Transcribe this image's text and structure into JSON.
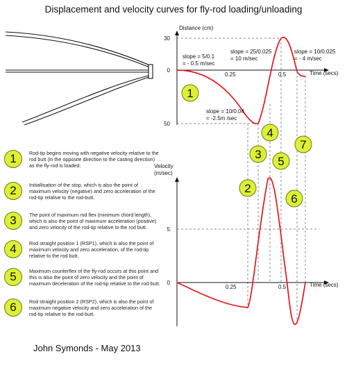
{
  "title": "Displacement and velocity curves for fly-rod loading/unloading",
  "credit": "John Symonds - May 2013",
  "displacement": {
    "ylabel": "Distance (cm)",
    "xlabel": "Time (secs)",
    "yticks": [
      "30",
      "0",
      "50"
    ],
    "xticks": [
      "0.25",
      "0.5"
    ],
    "slopes": [
      {
        "line1": "slope = 5/0.1",
        "line2": "= - 0.5 m/sec"
      },
      {
        "line1": "slope = 25/0.025",
        "line2": "= 10 m/sec"
      },
      {
        "line1": "slope = 10/0.025",
        "line2": "= - 4 m/sec"
      },
      {
        "line1": "slope = 10/0.04",
        "line2": "= -2.5m /sec"
      }
    ]
  },
  "velocity": {
    "ylabel_line1": "Velocity",
    "ylabel_line2": "(m/sec)",
    "xlabel": "Time (secs)",
    "yticks": [
      "5",
      "0"
    ],
    "xticks": [
      "0.25",
      "0.5"
    ]
  },
  "markers": [
    "1",
    "2",
    "3",
    "4",
    "5",
    "6",
    "7"
  ],
  "legend": [
    {
      "num": "1",
      "text": "Rod-tip begins moving with negative velocity relative to the rod butt (in the opposite direction to the casting direction) as the fly-rod is loaded."
    },
    {
      "num": "2",
      "text": "Initiallisation of the stop, which is also the point of maximum velocity (negative) and zero acceleration of the rod-tip relative to the rod-butt."
    },
    {
      "num": "3",
      "text": "The point of maximum rod flex (minimum chord length), which is also the point of maximum acceleration (positive) and zero velocity of the rod-tip relative to the rod butt."
    },
    {
      "num": "4",
      "text": "Rod straight position 1 (RSP1), which is also the point of maximum velocity and zero acceleration, of the rod-tip relative to the rod butt."
    },
    {
      "num": "5",
      "text": "Maximum counterflex of the fly-rod occurs at this point and this is also the point of zero velocity and the point of maximum deceleration of the rod-tip relative to the rod-butt."
    },
    {
      "num": "6",
      "text": "Rod straight position 2 (RSP2), which is also the point of maximum negative velocity and zero acceleration of the rod-tip relative to the rod-butt."
    }
  ]
}
